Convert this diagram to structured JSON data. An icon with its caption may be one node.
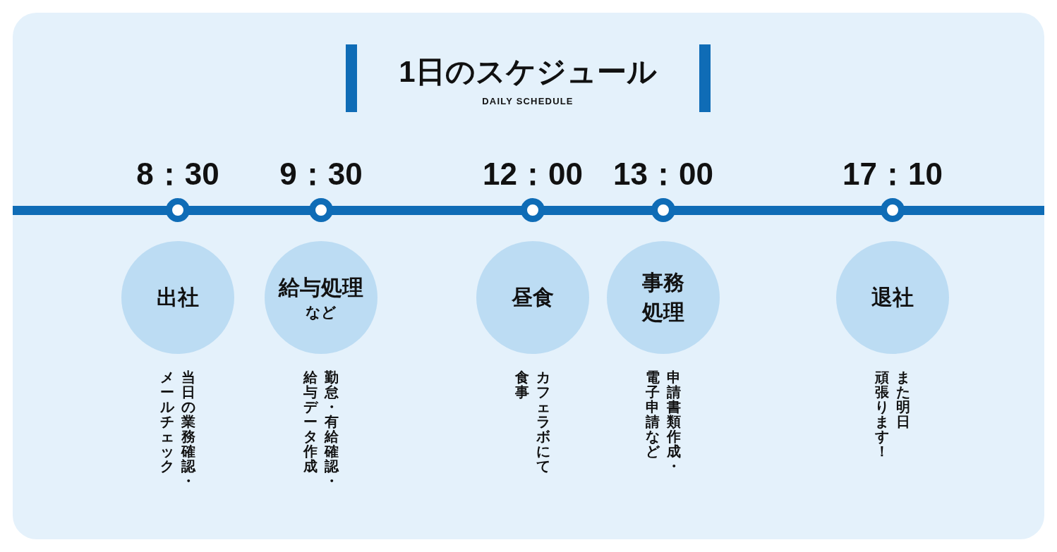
{
  "diagram": {
    "title": "1日のスケジュール",
    "nodes": [
      {
        "text": [
          "出社"
        ],
        "beside": [
          "8：30",
          "当日の業務確認・メールチェック"
        ]
      },
      {
        "text": [
          "給与処理",
          "など"
        ],
        "beside": [
          "9：30",
          "勤怠・有給確認・給与データ作成"
        ]
      },
      {
        "text": [
          "昼食"
        ],
        "beside": [
          "12：00",
          "カフェラボにて食事"
        ]
      },
      {
        "text": [
          "事務処理"
        ],
        "beside": [
          "13：00",
          "申請書類作成・電子申請など"
        ]
      },
      {
        "text": [
          "退社"
        ],
        "beside": [
          "17：10",
          "また明日頑張ります！"
        ]
      }
    ],
    "labels": [
      "DAILY SCHEDULE"
    ]
  }
}
